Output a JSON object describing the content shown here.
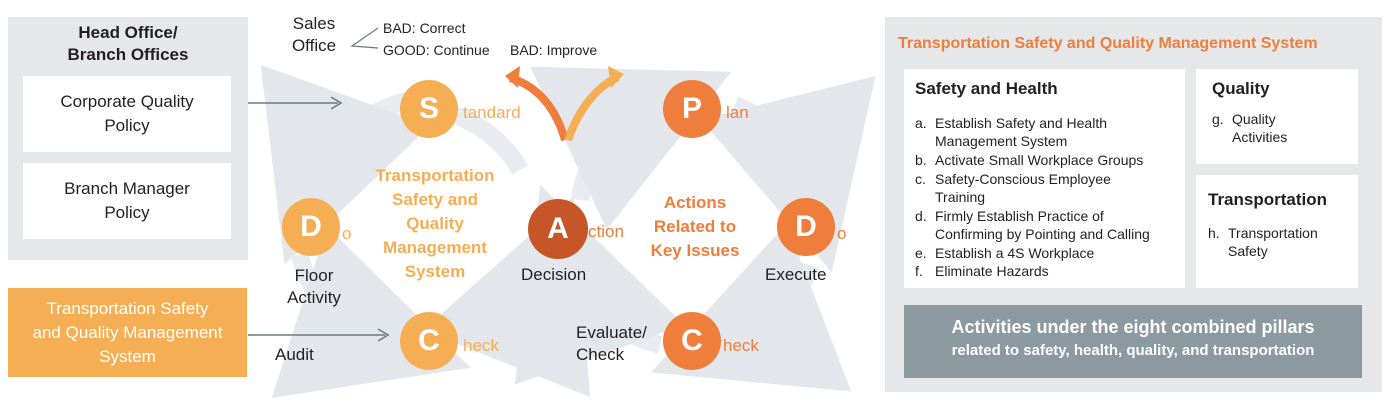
{
  "head_office": {
    "title_line1": "Head Office/",
    "title_line2": "Branch Offices",
    "corporate_line1": "Corporate Quality",
    "corporate_line2": "Policy",
    "branch_line1": "Branch Manager",
    "branch_line2": "Policy"
  },
  "left_system": {
    "line1": "Transportation Safety",
    "line2": "and Quality Management",
    "line3": "System"
  },
  "audit_label": "Audit",
  "sales_office": {
    "line1": "Sales",
    "line2": "Office",
    "bad_correct": "BAD: Correct",
    "good_continue": "GOOD: Continue",
    "bad_improve": "BAD: Improve"
  },
  "cycle_left": {
    "standard_letter": "S",
    "standard_suffix": "tandard",
    "do_letter": "D",
    "do_suffix": "o",
    "check_letter": "C",
    "check_suffix": "heck",
    "floor_line1": "Floor",
    "floor_line2": "Activity",
    "center_line1": "Transportation",
    "center_line2": "Safety and",
    "center_line3": "Quality",
    "center_line4": "Management",
    "center_line5": "System"
  },
  "cycle_mid": {
    "action_letter": "A",
    "action_suffix": "ction",
    "decision": "Decision"
  },
  "cycle_right": {
    "plan_letter": "P",
    "plan_suffix": "lan",
    "do_letter": "D",
    "do_suffix": "o",
    "check_letter": "C",
    "check_suffix": "heck",
    "execute": "Execute",
    "evaluate_line1": "Evaluate/",
    "evaluate_line2": "Check",
    "center_line1": "Actions",
    "center_line2": "Related to",
    "center_line3": "Key Issues"
  },
  "right_panel": {
    "title": "Transportation Safety and Quality Management System",
    "safety": {
      "heading": "Safety and Health",
      "items": [
        {
          "marker": "a.",
          "line1": "Establish Safety and Health",
          "line2": "Management System"
        },
        {
          "marker": "b.",
          "line1": "Activate Small Workplace Groups",
          "line2": ""
        },
        {
          "marker": "c.",
          "line1": "Safety-Conscious Employee",
          "line2": "Training"
        },
        {
          "marker": "d.",
          "line1": "Firmly Establish Practice of",
          "line2": "Confirming by Pointing and Calling"
        },
        {
          "marker": "e.",
          "line1": "Establish a 4S Workplace",
          "line2": ""
        },
        {
          "marker": "f.",
          "line1": "Eliminate Hazards",
          "line2": ""
        }
      ]
    },
    "quality": {
      "heading": "Quality",
      "marker": "g.",
      "line1": "Quality",
      "line2": "Activities"
    },
    "transportation": {
      "heading": "Transportation",
      "marker": "h.",
      "line1": "Transportation",
      "line2": "Safety"
    },
    "pillars": {
      "line1": "Activities under the eight combined pillars",
      "line2": "related to safety, health, quality, and transportation"
    }
  },
  "colors": {
    "light_orange": "#f6ae55",
    "mid_orange": "#ef7d3c",
    "dark_orange": "#c65527",
    "panel_gray": "#e6e7e8",
    "slate": "#8a9a9f"
  }
}
